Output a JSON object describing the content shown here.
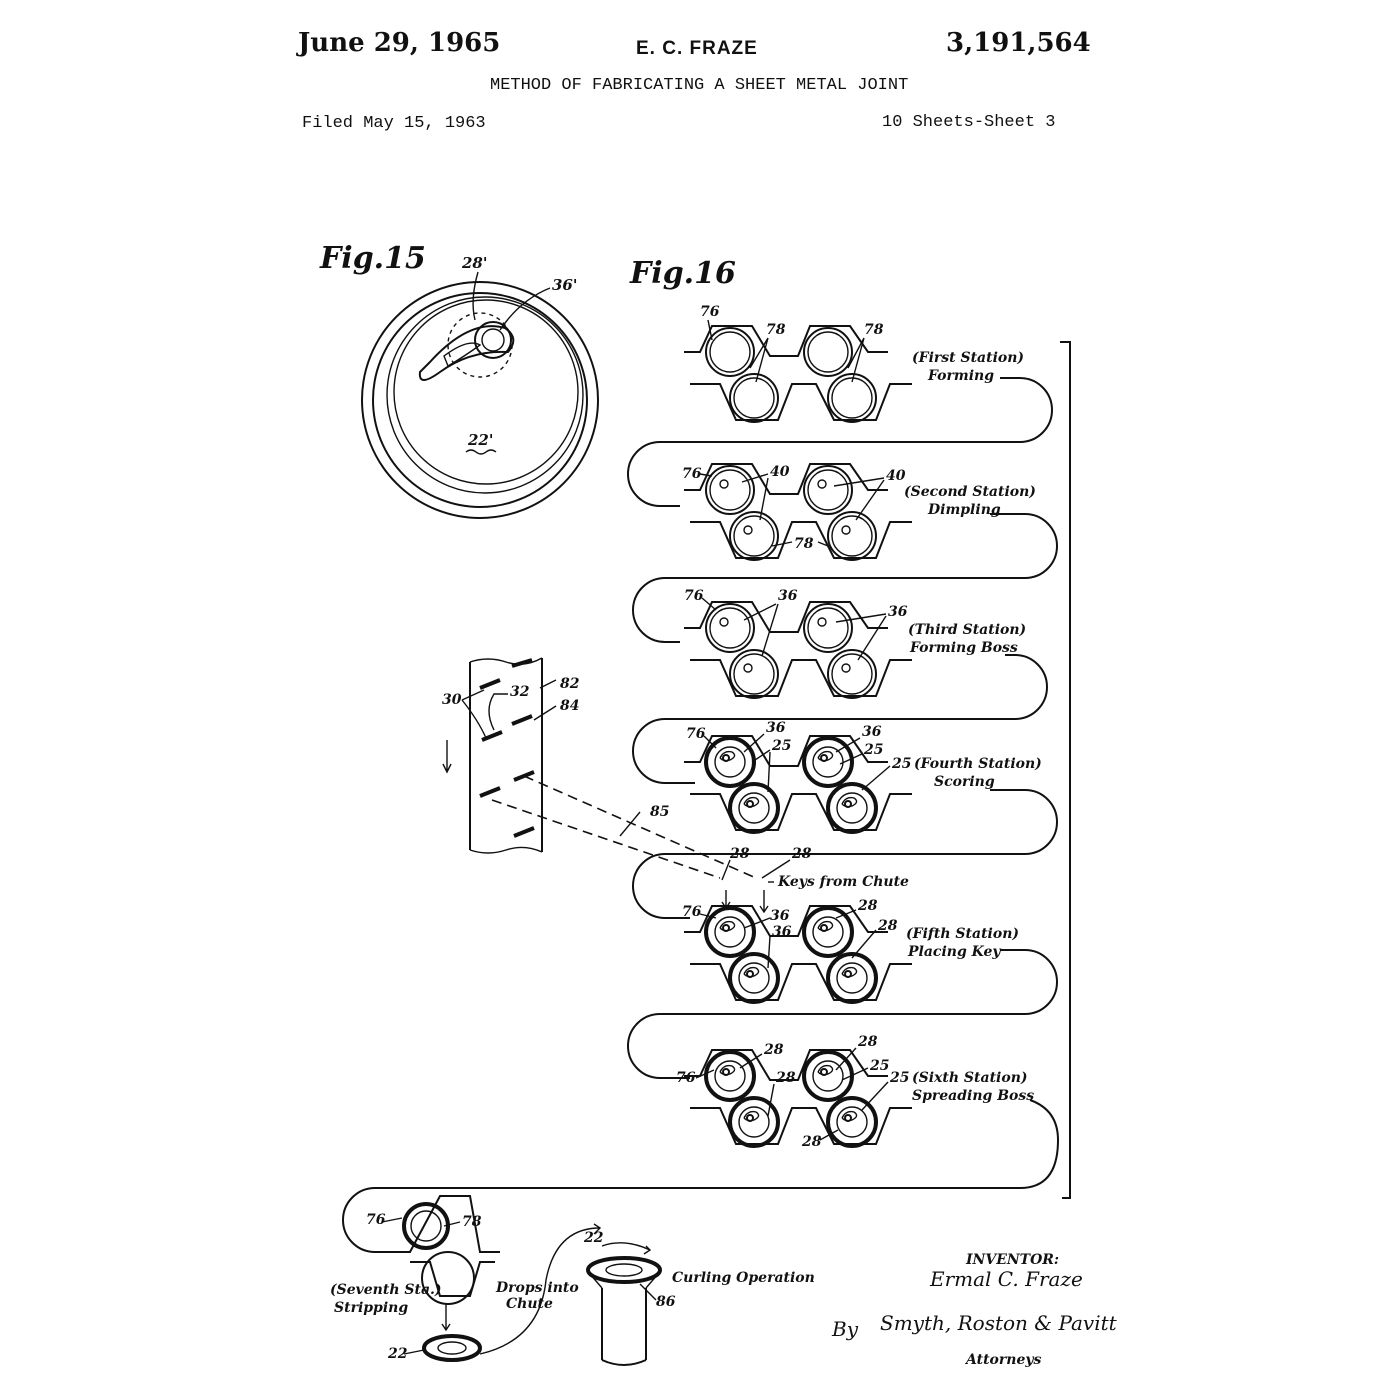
{
  "header": {
    "date": "June 29, 1965",
    "inventor_header": "E. C. FRAZE",
    "patent_number": "3,191,564",
    "title": "METHOD OF FABRICATING A SHEET METAL JOINT",
    "filed": "Filed May 15, 1963",
    "sheets": "10 Sheets-Sheet 3"
  },
  "fig15": {
    "label": "Fig.15",
    "refs": [
      "28'",
      "36'",
      "22'"
    ]
  },
  "fig16": {
    "label": "Fig.16",
    "stations": [
      {
        "line1": "(First Station)",
        "line2": "Forming"
      },
      {
        "line1": "(Second Station)",
        "line2": "Dimpling"
      },
      {
        "line1": "(Third Station)",
        "line2": "Forming Boss"
      },
      {
        "line1": "(Fourth Station)",
        "line2": "Scoring"
      },
      {
        "line1": "(Fifth Station)",
        "line2": "Placing Key"
      },
      {
        "line1": "(Sixth Station)",
        "line2": "Spreading Boss"
      }
    ],
    "seventh_station": {
      "line1": "(Seventh Sta.)",
      "line2": "Stripping"
    },
    "drops_into_chute": {
      "line1": "Drops into",
      "line2": "Chute"
    },
    "curling_operation": "Curling Operation",
    "keys_from_chute": "Keys from Chute",
    "refs": {
      "r76": "76",
      "r78": "78",
      "r40": "40",
      "r36": "36",
      "r25": "25",
      "r28": "28",
      "r22": "22",
      "r86": "86",
      "r30": "30",
      "r32": "32",
      "r82": "82",
      "r84": "84",
      "r85": "85"
    }
  },
  "signature": {
    "inventor_label": "INVENTOR:",
    "inventor_name": "Ermal C. Fraze",
    "by": "By",
    "attorneys_sig": "Smyth, Roston & Pavitt",
    "attorneys_label": "Attorneys"
  }
}
